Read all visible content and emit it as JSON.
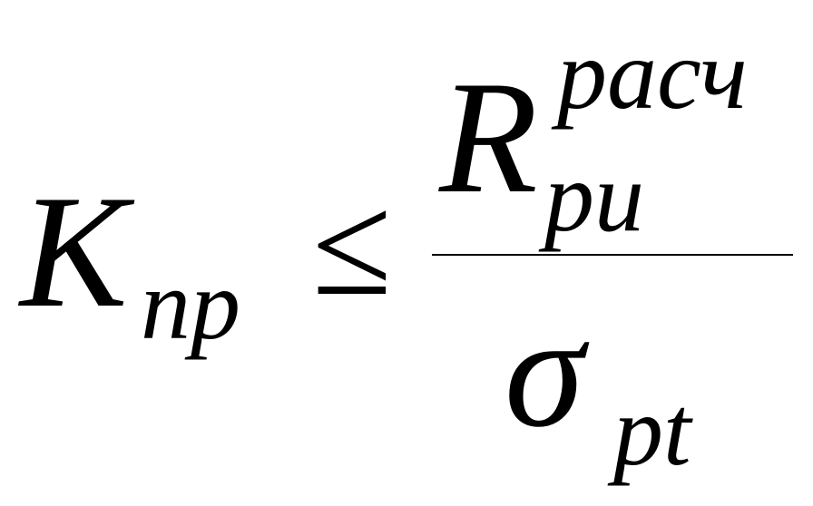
{
  "formula": {
    "lhs_symbol": "K",
    "lhs_subscript": "np",
    "relation": "≤",
    "numerator_symbol": "R",
    "numerator_superscript": "расч",
    "numerator_subscript": "pu",
    "denominator_symbol": "σ",
    "denominator_subscript": "pt"
  }
}
